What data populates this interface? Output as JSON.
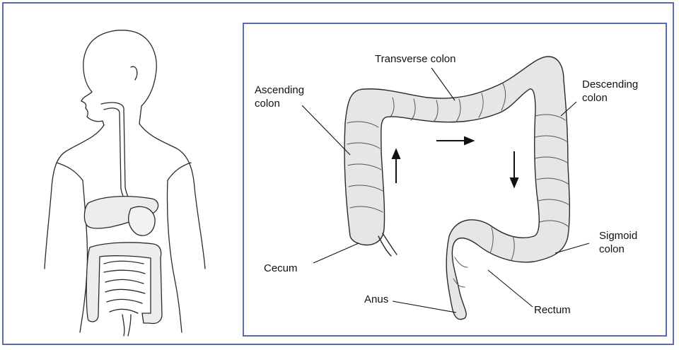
{
  "colors": {
    "frame_border": "#5a6bb0",
    "line": "#2a2a2a",
    "organ_fill": "#e6e6e6"
  },
  "labels": {
    "transverse_colon": "Transverse colon",
    "ascending_colon_line1": "Ascending",
    "ascending_colon_line2": "colon",
    "descending_colon_line1": "Descending",
    "descending_colon_line2": "colon",
    "sigmoid_colon_line1": "Sigmoid",
    "sigmoid_colon_line2": "colon",
    "cecum": "Cecum",
    "anus": "Anus",
    "rectum": "Rectum"
  }
}
